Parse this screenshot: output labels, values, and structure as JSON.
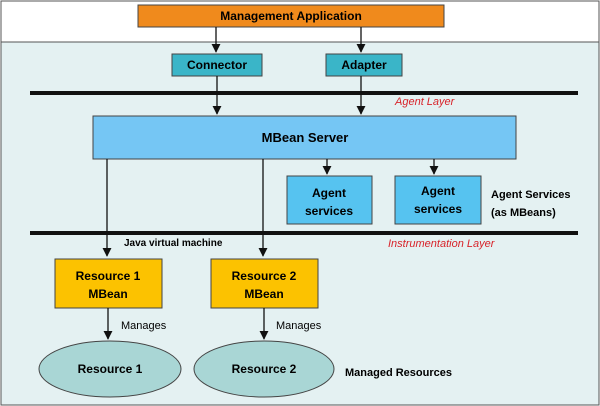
{
  "diagram": {
    "management_app": "Management Application",
    "connector": "Connector",
    "adapter": "Adapter",
    "agent_layer": "Agent Layer",
    "mbean_server": "MBean Server",
    "agent_services_box1": {
      "line1": "Agent",
      "line2": "services"
    },
    "agent_services_box2": {
      "line1": "Agent",
      "line2": "services"
    },
    "agent_services_note": {
      "line1": "Agent Services",
      "line2": "(as MBeans)"
    },
    "jvm": "Java virtual machine",
    "instrumentation_layer": "Instrumentation Layer",
    "resource1_mbean": {
      "line1": "Resource 1",
      "line2": "MBean"
    },
    "resource2_mbean": {
      "line1": "Resource 2",
      "line2": "MBean"
    },
    "manages_1": "Manages",
    "manages_2": "Manages",
    "resource1": "Resource 1",
    "resource2": "Resource 2",
    "managed_resources": "Managed Resources"
  },
  "colors": {
    "background": "#e4f1f2",
    "management_app": "#f08a1c",
    "connector_adapter": "#3ab5c8",
    "mbean_server": "#75c6f4",
    "agent_services": "#56c3f0",
    "resource_mbean": "#fcc200",
    "resource_ellipse": "#a9d6d5",
    "layer_label": "#d8232a"
  }
}
